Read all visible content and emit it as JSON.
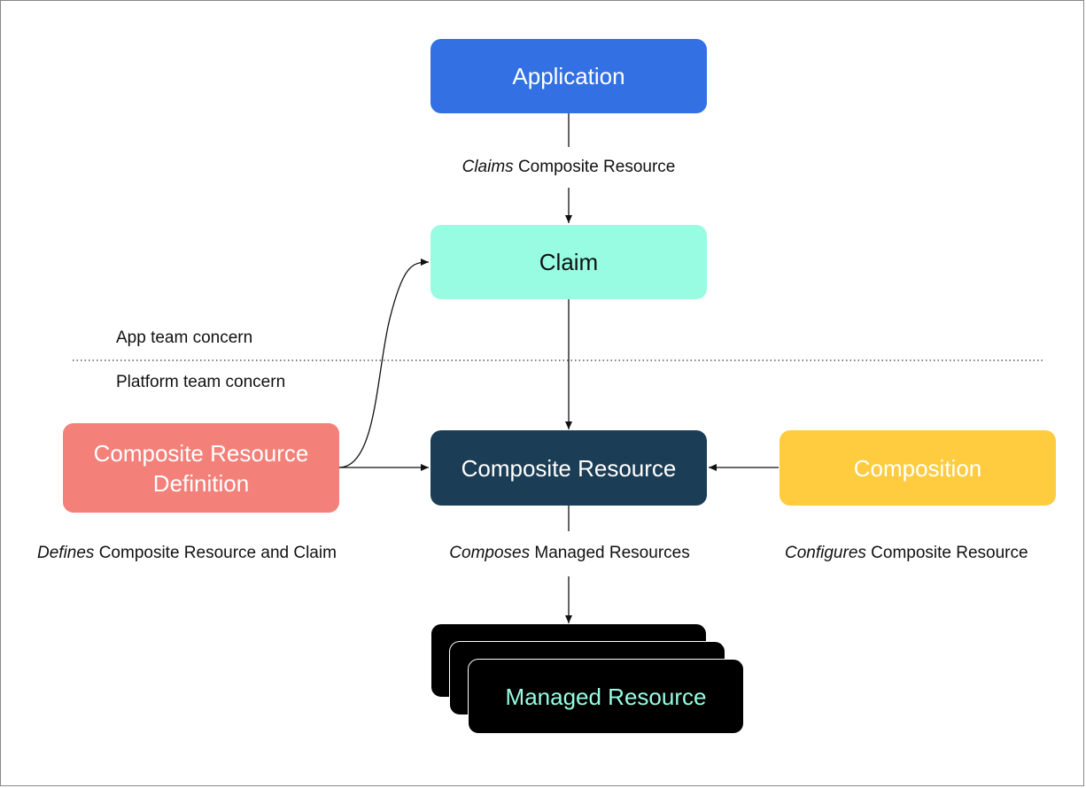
{
  "nodes": {
    "application": {
      "label": "Application",
      "fill": "#3370E3",
      "text": "#FFFFFF"
    },
    "claim": {
      "label": "Claim",
      "fill": "#97FCE2",
      "text": "#111111"
    },
    "xrd": {
      "label": "Composite Resource\nDefinition",
      "fill": "#F38079",
      "text": "#FFFFFF"
    },
    "composite": {
      "label": "Composite Resource",
      "fill": "#1C3D56",
      "text": "#FFFFFF"
    },
    "composition": {
      "label": "Composition",
      "fill": "#FFCC3F",
      "text": "#FFFFFF"
    },
    "managed": {
      "label": "Managed Resource",
      "fill": "#000000",
      "text": "#97FCE2"
    }
  },
  "edges": {
    "app_to_claim": {
      "verb": "Claims",
      "rest": " Composite Resource"
    },
    "composite_to_managed": {
      "verb": "Composes",
      "rest": " Managed Resources"
    },
    "xrd_note": {
      "verb": "Defines",
      "rest": " Composite Resource and Claim"
    },
    "composition_note": {
      "verb": "Configures",
      "rest": " Composite Resource"
    }
  },
  "zones": {
    "app": "App team concern",
    "platform": "Platform team concern"
  }
}
